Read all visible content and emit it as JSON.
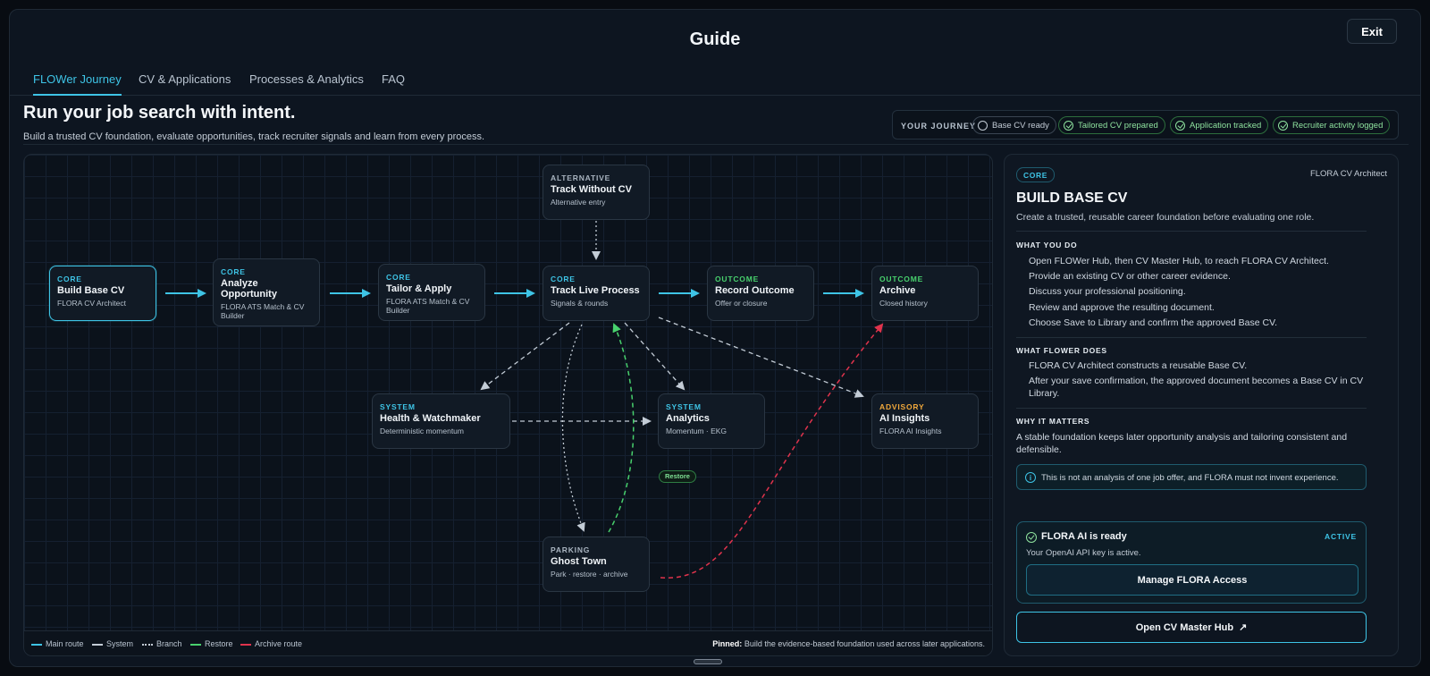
{
  "header": {
    "title": "Guide",
    "exit_label": "Exit"
  },
  "tabs": [
    {
      "label": "FLOWer Journey"
    },
    {
      "label": "CV & Applications"
    },
    {
      "label": "Processes & Analytics"
    },
    {
      "label": "FAQ"
    }
  ],
  "hero": {
    "title": "Run your job search with intent.",
    "subtitle": "Build a trusted CV foundation, evaluate opportunities, track recruiter signals and learn from every process."
  },
  "journey": {
    "label": "YOUR JOURNEY",
    "steps": [
      {
        "label": "Base CV ready",
        "done": false
      },
      {
        "label": "Tailored CV prepared",
        "done": true
      },
      {
        "label": "Application tracked",
        "done": true
      },
      {
        "label": "Recruiter activity logged",
        "done": true
      }
    ]
  },
  "flow": {
    "nodes": {
      "build_base_cv": {
        "category": "CORE",
        "title": "Build Base CV",
        "subtitle": "FLORA CV Architect"
      },
      "analyze_opportunity": {
        "category": "CORE",
        "title": "Analyze Opportunity",
        "subtitle": "FLORA ATS Match & CV Builder"
      },
      "tailor_apply": {
        "category": "CORE",
        "title": "Tailor & Apply",
        "subtitle": "FLORA ATS Match & CV Builder"
      },
      "track_live_process": {
        "category": "CORE",
        "title": "Track Live Process",
        "subtitle": "Signals & rounds"
      },
      "record_outcome": {
        "category": "OUTCOME",
        "title": "Record Outcome",
        "subtitle": "Offer or closure"
      },
      "archive": {
        "category": "OUTCOME",
        "title": "Archive",
        "subtitle": "Closed history"
      },
      "track_without_cv": {
        "category": "ALTERNATIVE",
        "title": "Track Without CV",
        "subtitle": "Alternative entry"
      },
      "health_watchmaker": {
        "category": "SYSTEM",
        "title": "Health & Watchmaker",
        "subtitle": "Deterministic momentum"
      },
      "analytics": {
        "category": "SYSTEM",
        "title": "Analytics",
        "subtitle": "Momentum · EKG"
      },
      "ai_insights": {
        "category": "ADVISORY",
        "title": "AI Insights",
        "subtitle": "FLORA AI Insights"
      },
      "ghost_town": {
        "category": "PARKING",
        "title": "Ghost Town",
        "subtitle": "Park · restore · archive"
      }
    },
    "restore_badge": "Restore",
    "legend": [
      {
        "label": "Main route",
        "color": "#3ec4e6",
        "style": "solid"
      },
      {
        "label": "System",
        "color": "#c3ccd6",
        "style": "dashed"
      },
      {
        "label": "Branch",
        "color": "#c3ccd6",
        "style": "dotted"
      },
      {
        "label": "Restore",
        "color": "#48d16d",
        "style": "dashed"
      },
      {
        "label": "Archive route",
        "color": "#e0334c",
        "style": "dashed"
      }
    ],
    "pinned_label": "Pinned:",
    "pinned_text": "Build the evidence-based foundation used across later applications."
  },
  "panel": {
    "badge": "CORE",
    "owner": "FLORA CV Architect",
    "title": "BUILD BASE CV",
    "description": "Create a trusted, reusable career foundation before evaluating one role.",
    "what_you_do_heading": "WHAT YOU DO",
    "what_you_do": [
      "Open FLOWer Hub, then CV Master Hub, to reach FLORA CV Architect.",
      "Provide an existing CV or other career evidence.",
      "Discuss your professional positioning.",
      "Review and approve the resulting document.",
      "Choose Save to Library and confirm the approved Base CV."
    ],
    "what_flower_does_heading": "WHAT FLOWER DOES",
    "what_flower_does": [
      "FLORA CV Architect constructs a reusable Base CV.",
      "After your save confirmation, the approved document becomes a Base CV in CV Library."
    ],
    "why_heading": "WHY IT MATTERS",
    "why_text": "A stable foundation keeps later opportunity analysis and tailoring consistent and defensible.",
    "note": "This is not an analysis of one job offer, and FLORA must not invent experience.",
    "ai": {
      "title": "FLORA AI is ready",
      "status": "ACTIVE",
      "subtitle": "Your OpenAI API key is active.",
      "manage_label": "Manage FLORA Access"
    },
    "open_label": "Open CV Master Hub"
  },
  "colors": {
    "accent": "#3ec4e6",
    "outcome": "#48d16d",
    "advisory": "#f2a93b",
    "archive_route": "#e0334c",
    "background": "#0d1520"
  }
}
